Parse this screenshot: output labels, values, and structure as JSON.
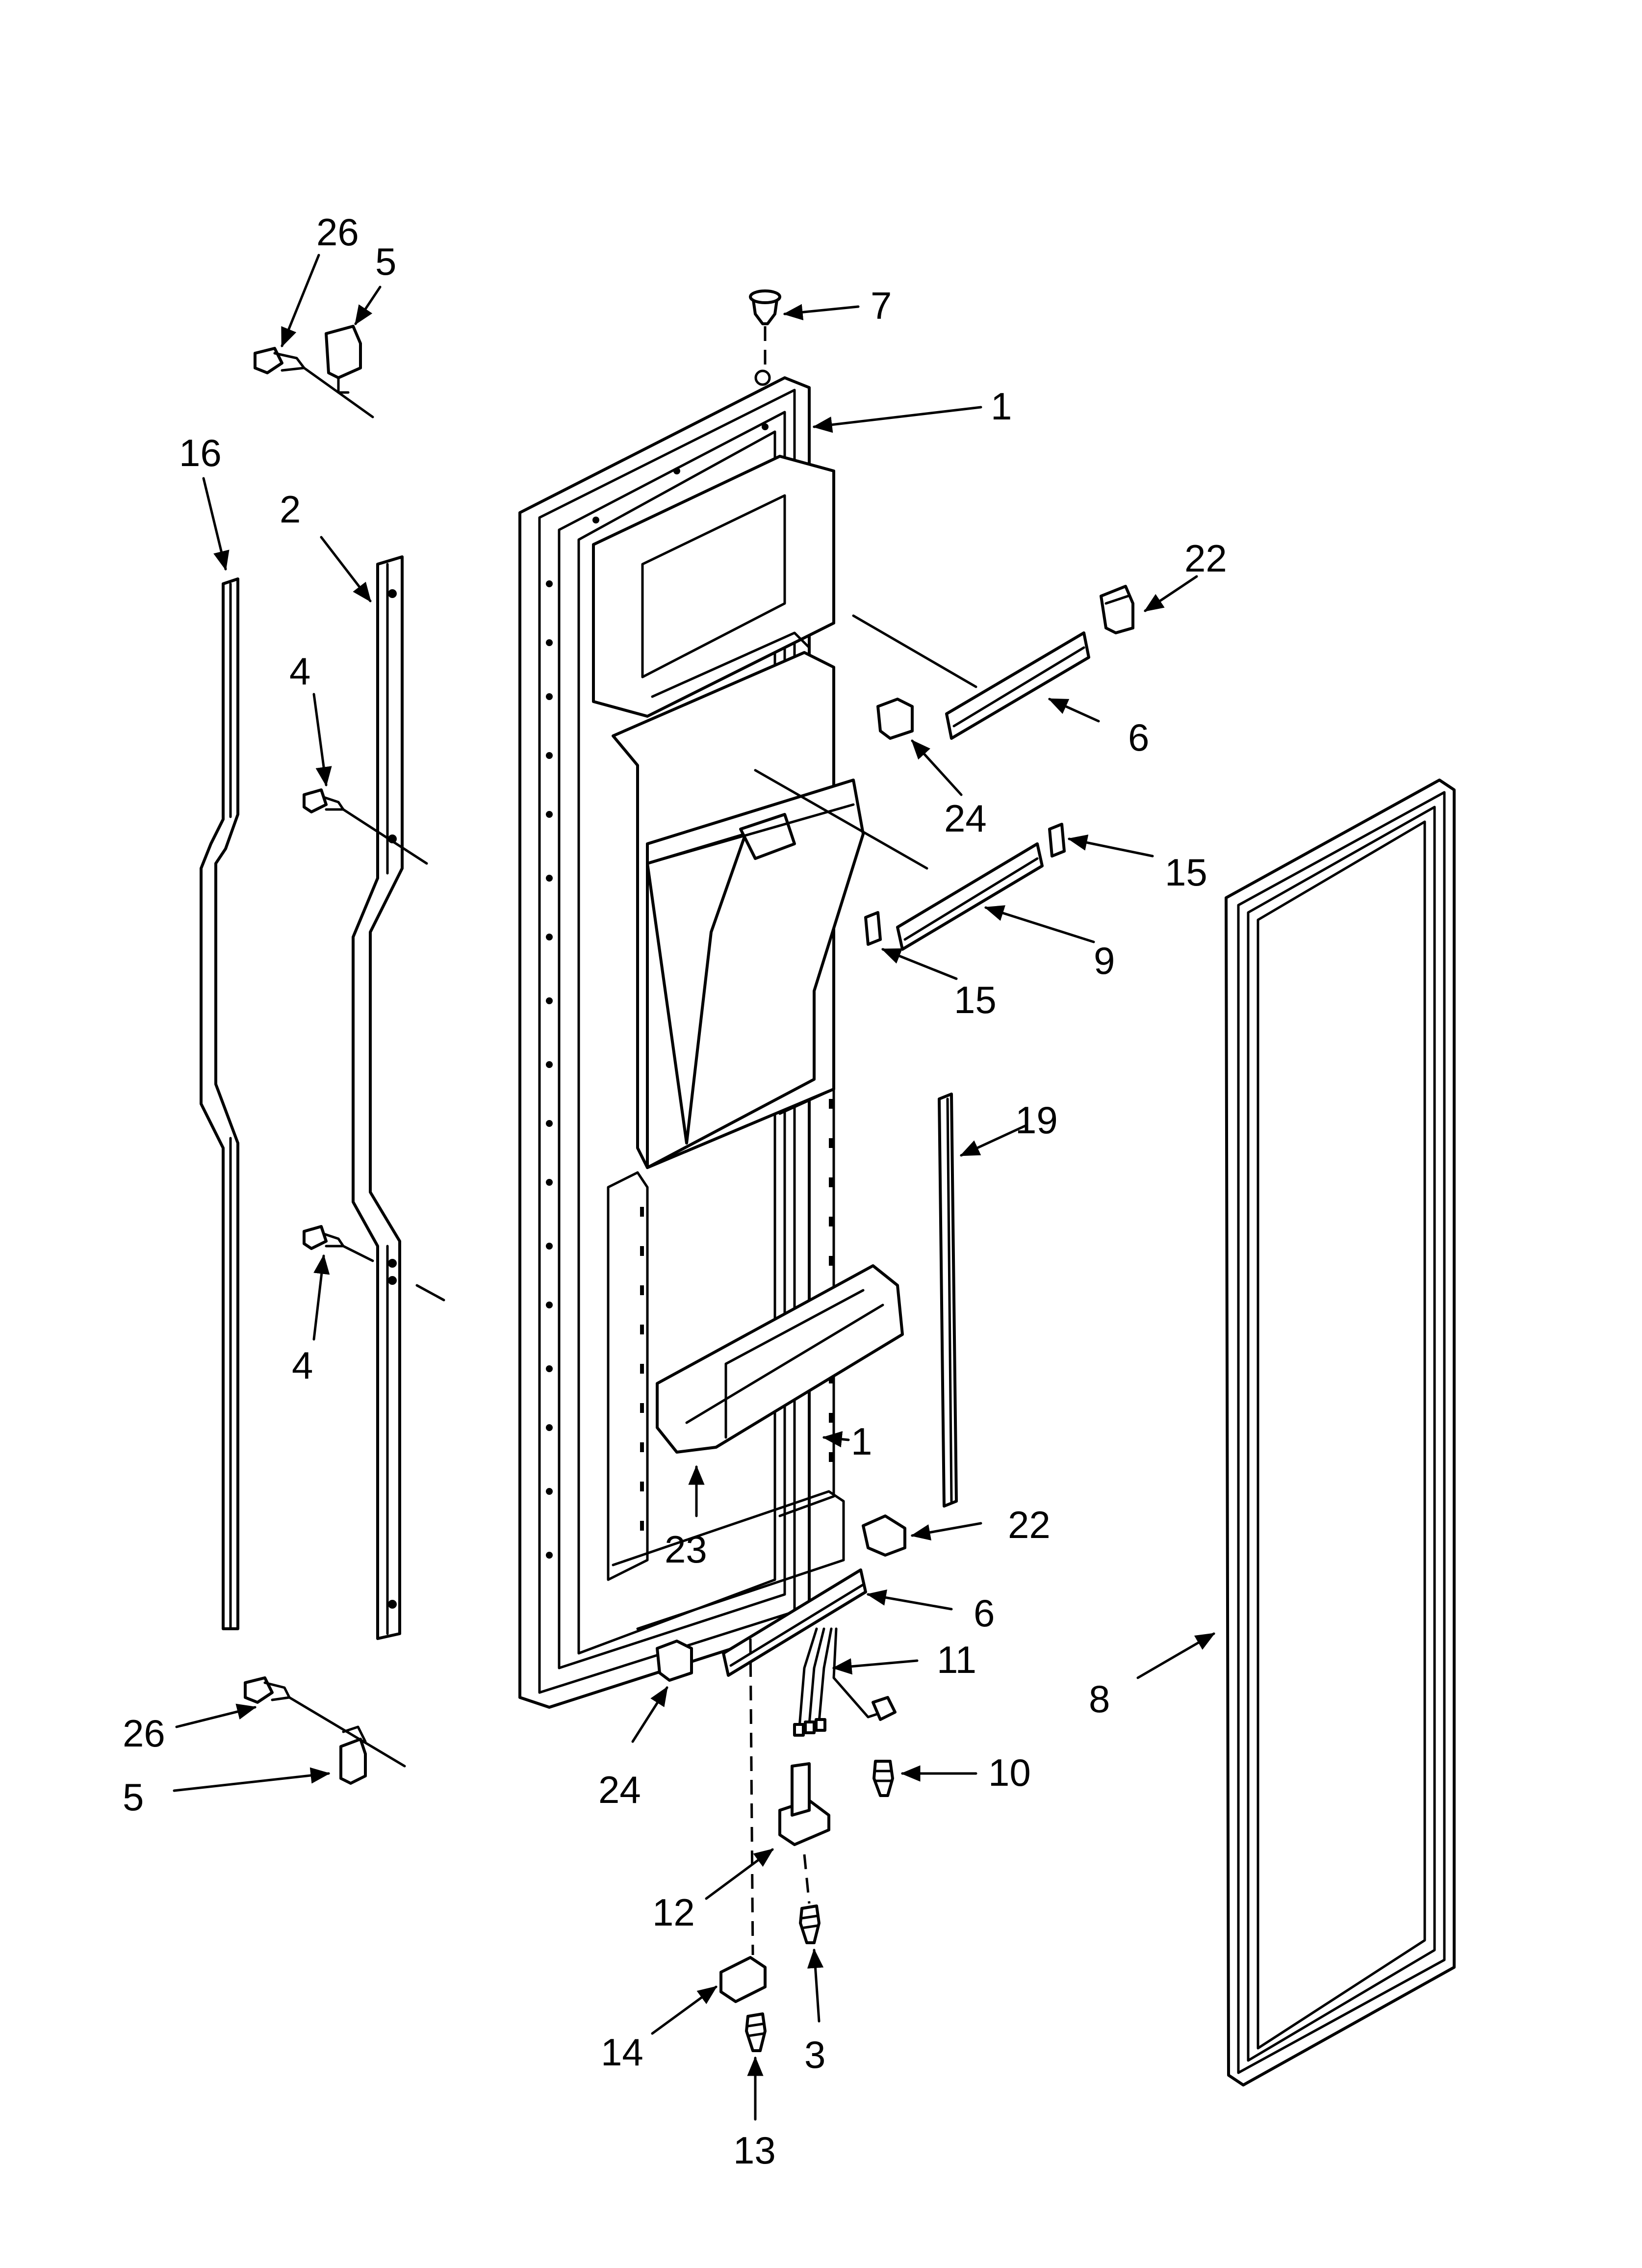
{
  "diagram": {
    "type": "exploded-parts-view",
    "callouts": [
      {
        "id": "c26a",
        "label": "26"
      },
      {
        "id": "c5a",
        "label": "5"
      },
      {
        "id": "c7",
        "label": "7"
      },
      {
        "id": "c1a",
        "label": "1"
      },
      {
        "id": "c16",
        "label": "16"
      },
      {
        "id": "c2",
        "label": "2"
      },
      {
        "id": "c4a",
        "label": "4"
      },
      {
        "id": "c22a",
        "label": "22"
      },
      {
        "id": "c6a",
        "label": "6"
      },
      {
        "id": "c24a",
        "label": "24"
      },
      {
        "id": "c15a",
        "label": "15"
      },
      {
        "id": "c9",
        "label": "9"
      },
      {
        "id": "c15b",
        "label": "15"
      },
      {
        "id": "c19",
        "label": "19"
      },
      {
        "id": "c4b",
        "label": "4"
      },
      {
        "id": "c1b",
        "label": "1"
      },
      {
        "id": "c23",
        "label": "23"
      },
      {
        "id": "c22b",
        "label": "22"
      },
      {
        "id": "c6b",
        "label": "6"
      },
      {
        "id": "c11",
        "label": "11"
      },
      {
        "id": "c8",
        "label": "8"
      },
      {
        "id": "c26b",
        "label": "26"
      },
      {
        "id": "c5b",
        "label": "5"
      },
      {
        "id": "c24b",
        "label": "24"
      },
      {
        "id": "c10",
        "label": "10"
      },
      {
        "id": "c12",
        "label": "12"
      },
      {
        "id": "c14",
        "label": "14"
      },
      {
        "id": "c3",
        "label": "3"
      },
      {
        "id": "c13",
        "label": "13"
      }
    ]
  }
}
